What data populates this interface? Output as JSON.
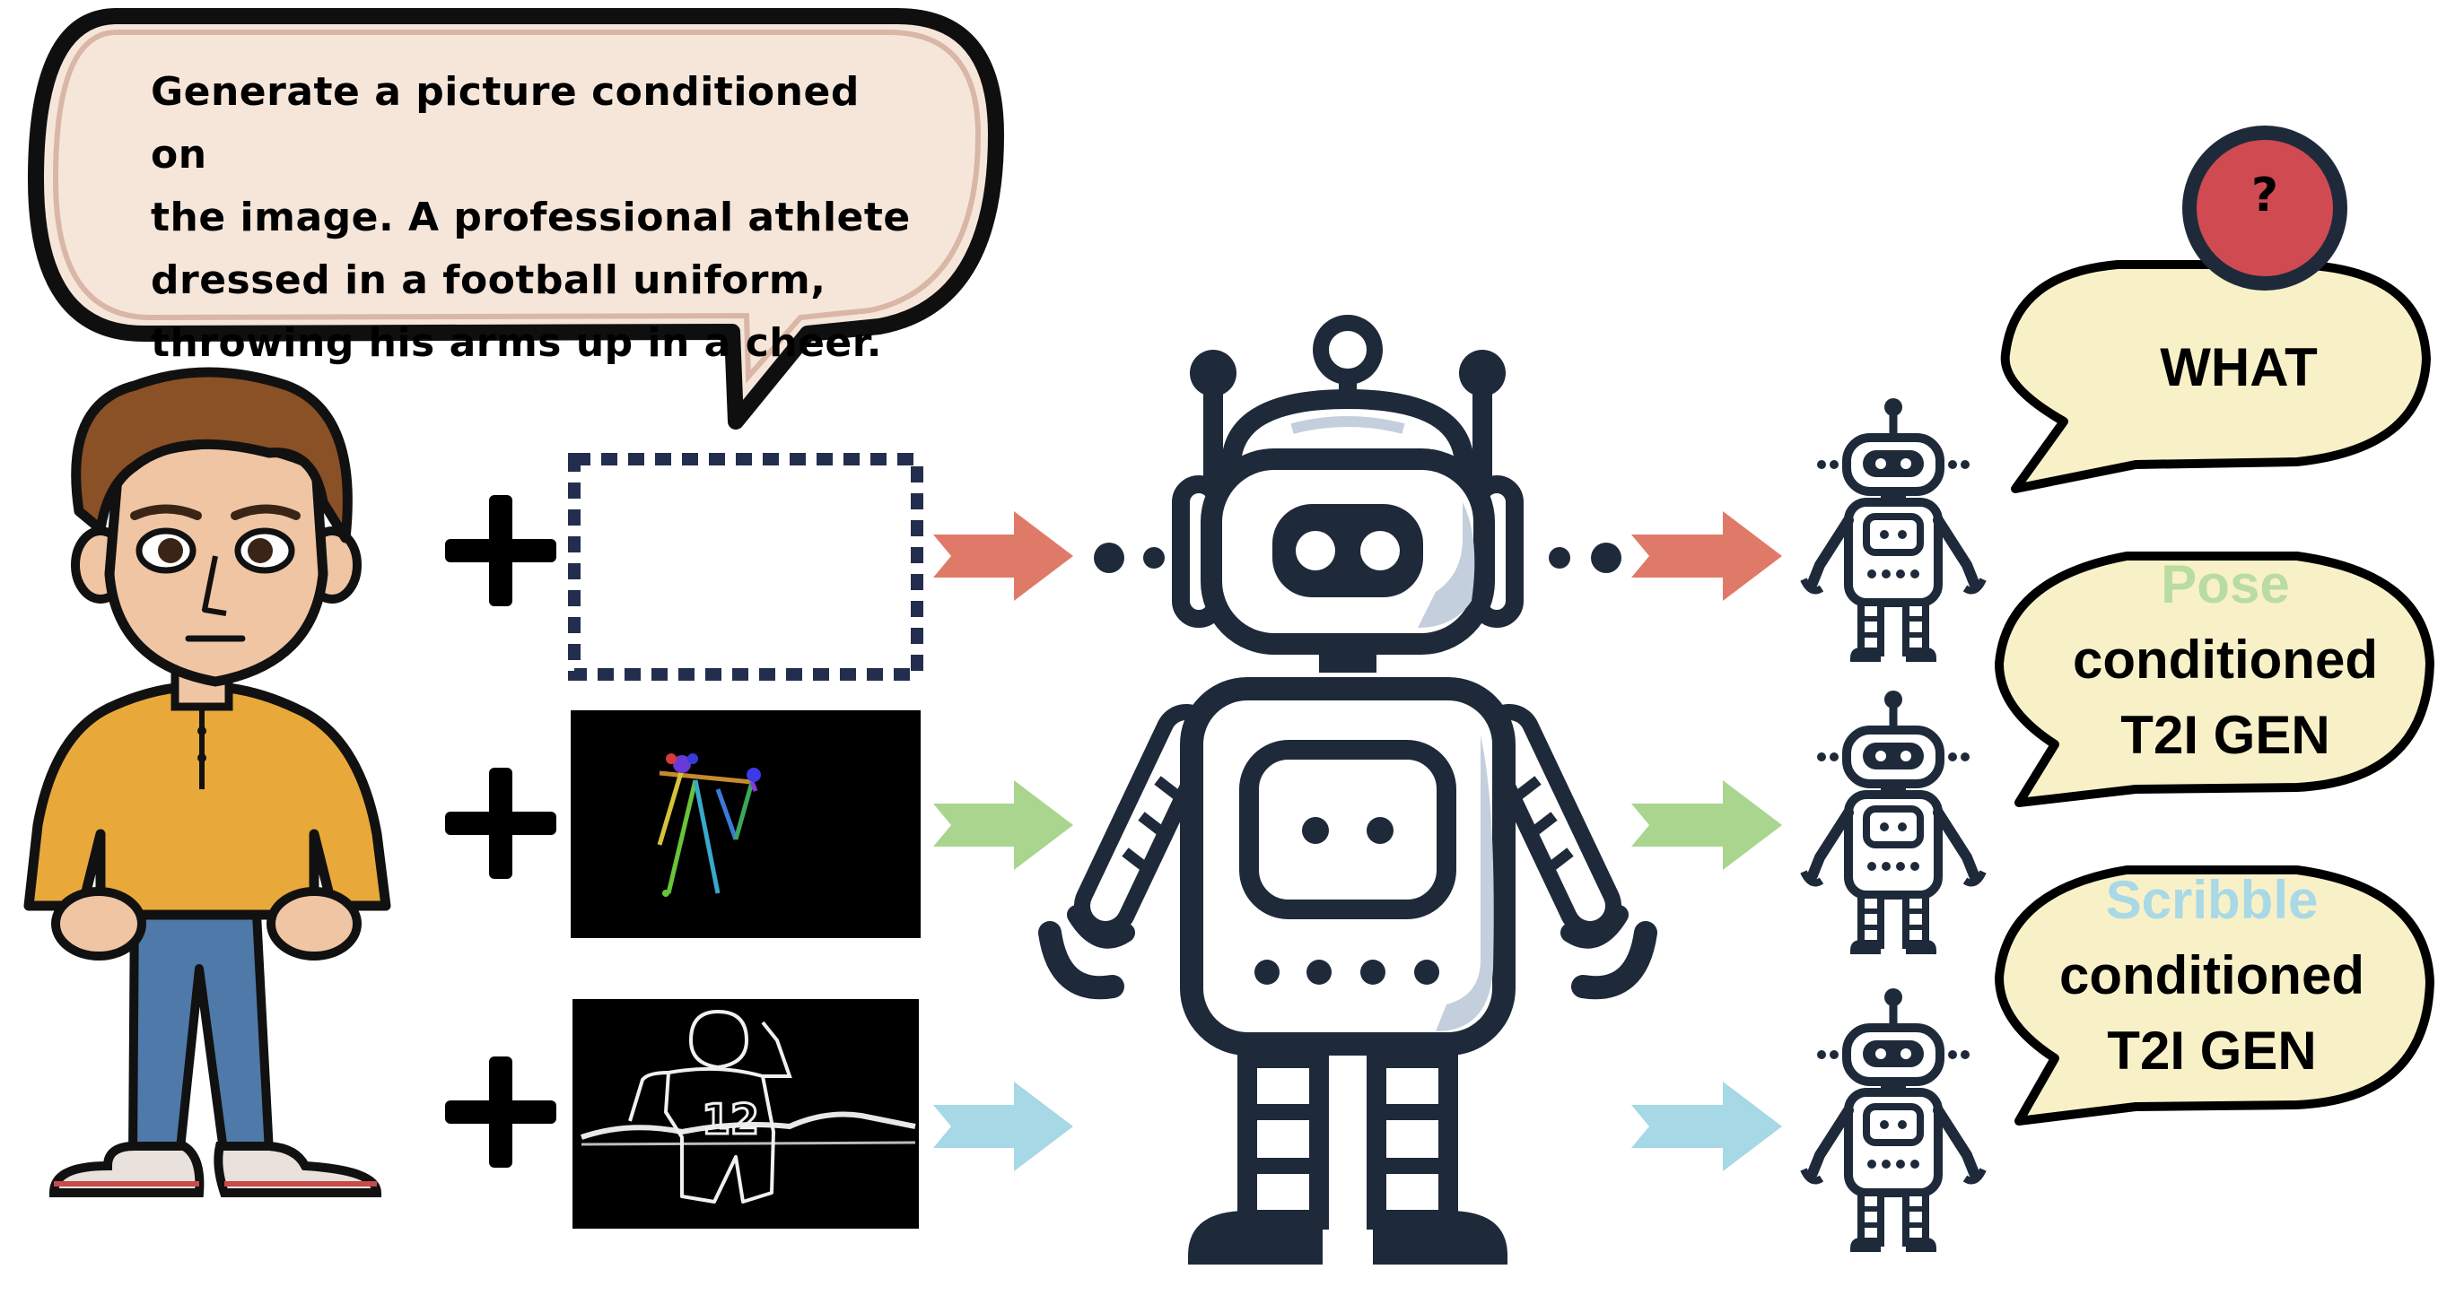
{
  "prompt_bubble": {
    "text": "Generate a picture conditioned on\nthe image. A professional athlete\ndressed in a football uniform,\nthrowing his arms up in a cheer."
  },
  "output_bubbles": {
    "what": {
      "line1": "WHAT"
    },
    "pose": {
      "keyword": "Pose",
      "line2": "conditioned",
      "line3": "T2I GEN"
    },
    "scribble": {
      "keyword": "Scribble",
      "line2": "conditioned",
      "line3": "T2I GEN"
    }
  },
  "question_badge": {
    "symbol": "?"
  },
  "colors": {
    "outline": "#1e2a3a",
    "arrow_empty": "#e07a68",
    "arrow_pose": "#a9d58e",
    "arrow_scribble": "#a6d8e6",
    "bubble_fill": "#f8f1c8",
    "prompt_fill": "#f6e6da",
    "badge_fill": "#d04a52",
    "robot_shade": "#c3cfdc"
  },
  "icons": [
    "person-icon",
    "plus-icon",
    "robot-icon",
    "small-robot-icon",
    "arrow-icon",
    "speech-bubble-icon"
  ]
}
